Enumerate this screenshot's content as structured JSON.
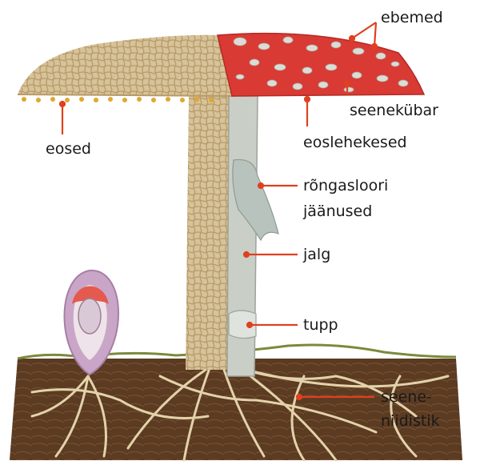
{
  "labels": {
    "ebemed": "ebemed",
    "seenekubar": "seenekübar",
    "eoslehekesed": "eoslehekesed",
    "eosed": "eosed",
    "rongasloori_line1": "rõngasloori",
    "rongasloori_line2": "jäänused",
    "jalg": "jalg",
    "tupp": "tupp",
    "seeneniidistik_line1": "seene-",
    "seeneniidistik_line2": "niidistik"
  },
  "colors": {
    "pointer": "#e0401f",
    "cap_red": "#d93a34",
    "warts": "#d8d8d0",
    "stem": "#c9cfc6",
    "hyphae": "#ddc9a0",
    "soil": "#5a3a22",
    "spores": "#e0a82e",
    "egg_outer": "#c9a6c8",
    "egg_inner": "#e45a4e"
  }
}
